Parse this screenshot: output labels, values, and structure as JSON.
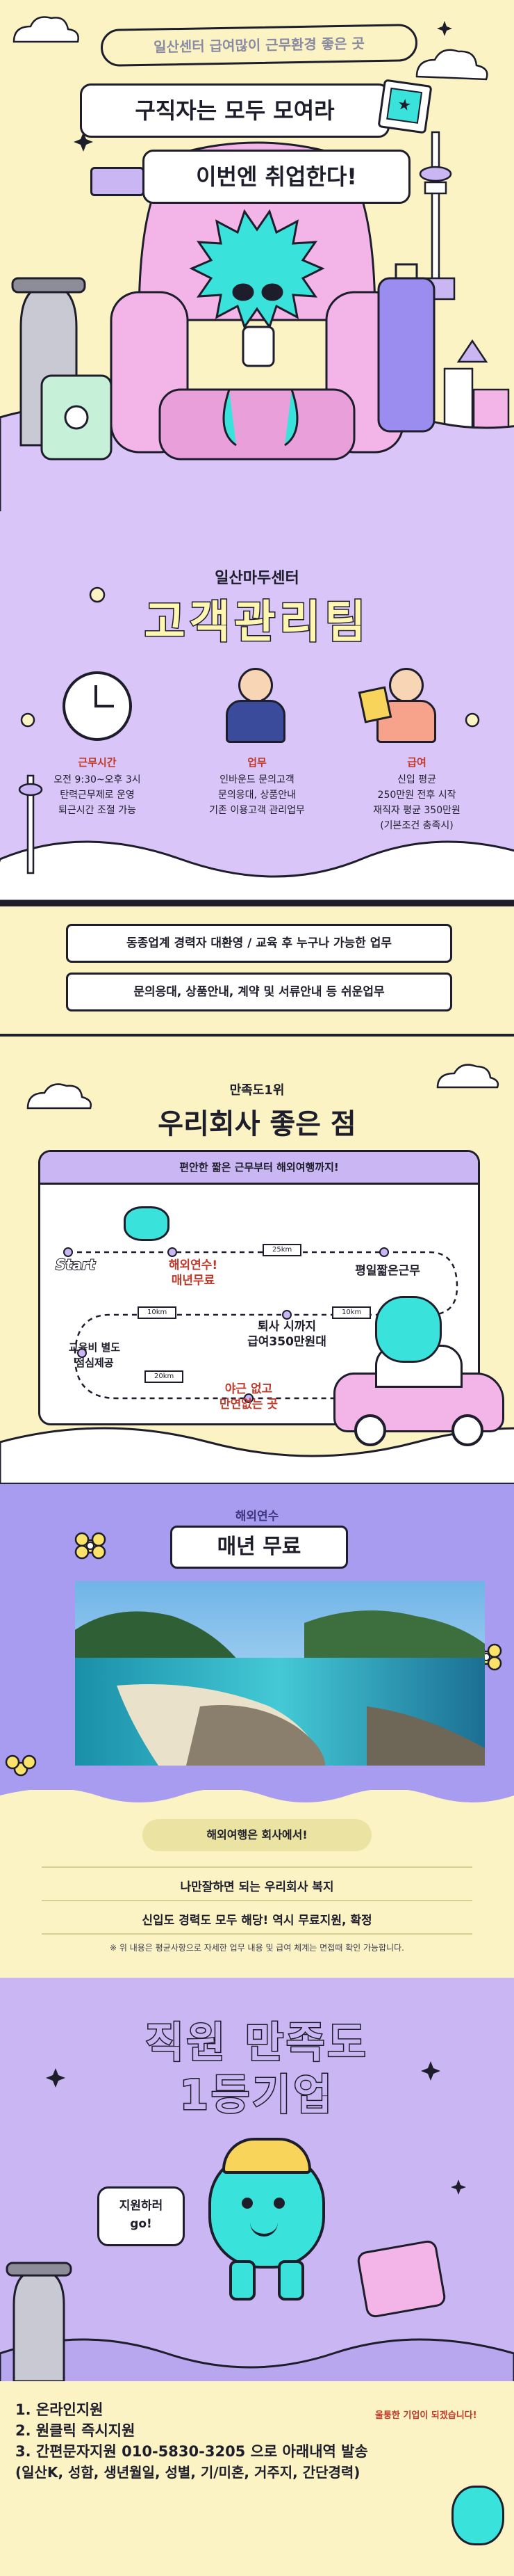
{
  "hero": {
    "tagline": "일산센터 급여많이 근무환경 좋은 곳",
    "bubble_1": "구직자는 모두 모여라",
    "bubble_2": "이번엔 취업한다!"
  },
  "team": {
    "company": "일산마두센터",
    "title": "고객관리팀",
    "columns": [
      {
        "heading": "근무시간",
        "lines": [
          "오전 9:30~오후 3시",
          "탄력근무제로 운영",
          "퇴근시간 조절 가능"
        ],
        "icon": "clock-icon"
      },
      {
        "heading": "업무",
        "lines": [
          "인바운드 문의고객",
          "문의응대, 상품안내",
          "기존 이용고객 관리업무"
        ],
        "icon": "agent-icon"
      },
      {
        "heading": "급여",
        "lines": [
          "신입 평균",
          "250만원 전후 시작",
          "재직자 평균 350만원",
          "(기본조건 충족시)"
        ],
        "icon": "money-icon"
      }
    ]
  },
  "strip": {
    "line_1": "동종업계 경력자 대환영 / 교육 후 누구나 가능한 업무",
    "line_2": "문의응대, 상품안내, 계약 및 서류안내 등 쉬운업무"
  },
  "good": {
    "kicker": "만족도1위",
    "title": "우리회사 좋은 점",
    "banner": "편안한 짧은 근무부터 해외여행까지!",
    "start": "Start",
    "stops": [
      {
        "text": "해외연수!\n매년무료",
        "color": "#c0392b"
      },
      {
        "text": "평일짧은근무",
        "color": "#1d1d2b"
      },
      {
        "text": "퇴사 시까지\n급여350만원대",
        "color": "#1d1d2b"
      },
      {
        "text": "교육비 별도\n점심제공",
        "color": "#1d1d2b"
      },
      {
        "text": "야근 없고\n만연없는 곳",
        "color": "#c0392b"
      }
    ],
    "distances": [
      "25km",
      "10km",
      "10km",
      "20km"
    ]
  },
  "trip": {
    "kicker": "해외연수",
    "title": "매년 무료"
  },
  "notes": {
    "pill": "해외여행은 회사에서!",
    "line_1": "나만잘하면 되는 우리회사 복지",
    "line_2": "신입도 경력도 모두 해당! 역시 무료지원, 확정",
    "footnote": "※ 위 내용은 평균사항으로 자세한 업무 내용 및 급여 체계는 면접때 확인 가능합니다."
  },
  "ranking": {
    "title_1": "직원 만족도",
    "title_2": "1등기업",
    "speech": "지원하러\ngo!"
  },
  "apply": {
    "steps": [
      "1. 온라인지원",
      "2. 원클릭 즉시지원",
      "3. 간편문자지원  010-5830-3205 으로 아래내역 발송",
      "(일산K, 성함, 생년월일, 성별, 기/미혼, 거주지, 간단경력)"
    ],
    "side_note": "울퉁한 기업이 되겠습니다!"
  },
  "colors": {
    "mascot": "#39e2da",
    "purple": "#c9b6f3",
    "cream": "#fbf3c4",
    "pink": "#f3b5e8",
    "accent_red": "#c0392b"
  }
}
